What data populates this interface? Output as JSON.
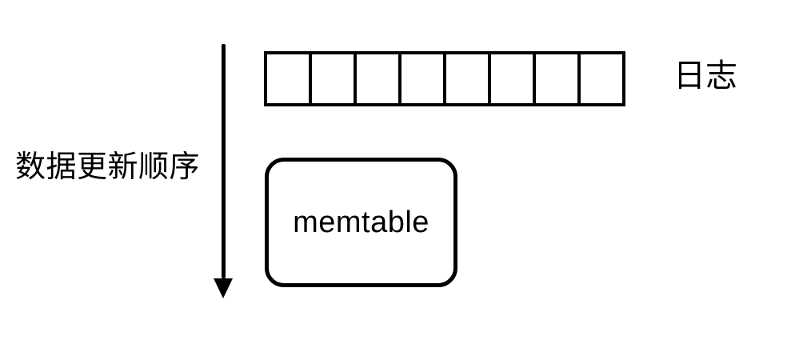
{
  "colors": {
    "stroke": "#000000",
    "background": "#ffffff"
  },
  "diagram": {
    "order_arrow": {
      "icon": "down-arrow-icon",
      "direction": "down",
      "label": "数据更新顺序"
    },
    "log": {
      "label": "日志",
      "cell_count": 8
    },
    "memtable": {
      "label": "memtable"
    }
  }
}
